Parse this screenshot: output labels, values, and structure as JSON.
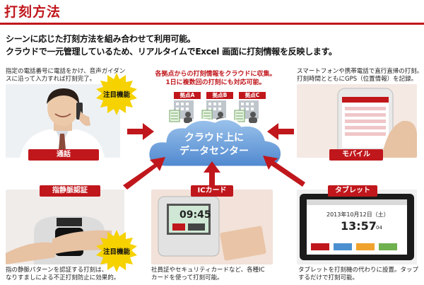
{
  "header": {
    "title": "打刻方法",
    "lead_line1": "シーンに応じた打刻方法を組み合わせて利用可能。",
    "lead_line2": "クラウドで一元管理しているため、リアルタイムでExcel 画面に打刻情報を反映します。"
  },
  "cloud": {
    "caption_line1": "各拠点からの打刻情報をクラウドに収集。",
    "caption_line2": "1日に複数回の打刻にも対応可能。",
    "title_line1": "クラウド上に",
    "title_line2": "データセンター",
    "sites": [
      "拠点A",
      "拠点B",
      "拠点C"
    ]
  },
  "methods": {
    "phone": {
      "label": "通話",
      "desc_line1": "指定の電話番号に電話をかけ、音声ガイダン",
      "desc_line2": "スに沿って入力すれば打刻完了。",
      "badge": "注目機能"
    },
    "mobile": {
      "label": "モバイル",
      "desc_line1": "スマートフォンや携帯電話で直行直帰の打刻。",
      "desc_line2": "打刻時間とともにGPS（位置情報）を記録。"
    },
    "vein": {
      "label": "指静脈認証",
      "desc_line1": "指の静脈パターンを認証する打刻は、",
      "desc_line2": "なりすましによる不正打刻防止に効果的。",
      "badge": "注目機能"
    },
    "iccard": {
      "label": "ICカード",
      "desc_line1": "社員証やセキュリティカードなど、各種IC",
      "desc_line2": "カードを使って打刻可能。",
      "screen_time": "09:45"
    },
    "tablet": {
      "label": "タブレット",
      "desc_line1": "タブレットを打刻機の代わりに設置。タップ",
      "desc_line2": "するだけで打刻可能。",
      "screen_date": "2013年10月12日（土）",
      "screen_time": "13:57",
      "screen_seconds": "04"
    }
  },
  "colors": {
    "accent": "#c0171c",
    "cloud": "#6ea3dd",
    "arrow": "#c0171c"
  }
}
